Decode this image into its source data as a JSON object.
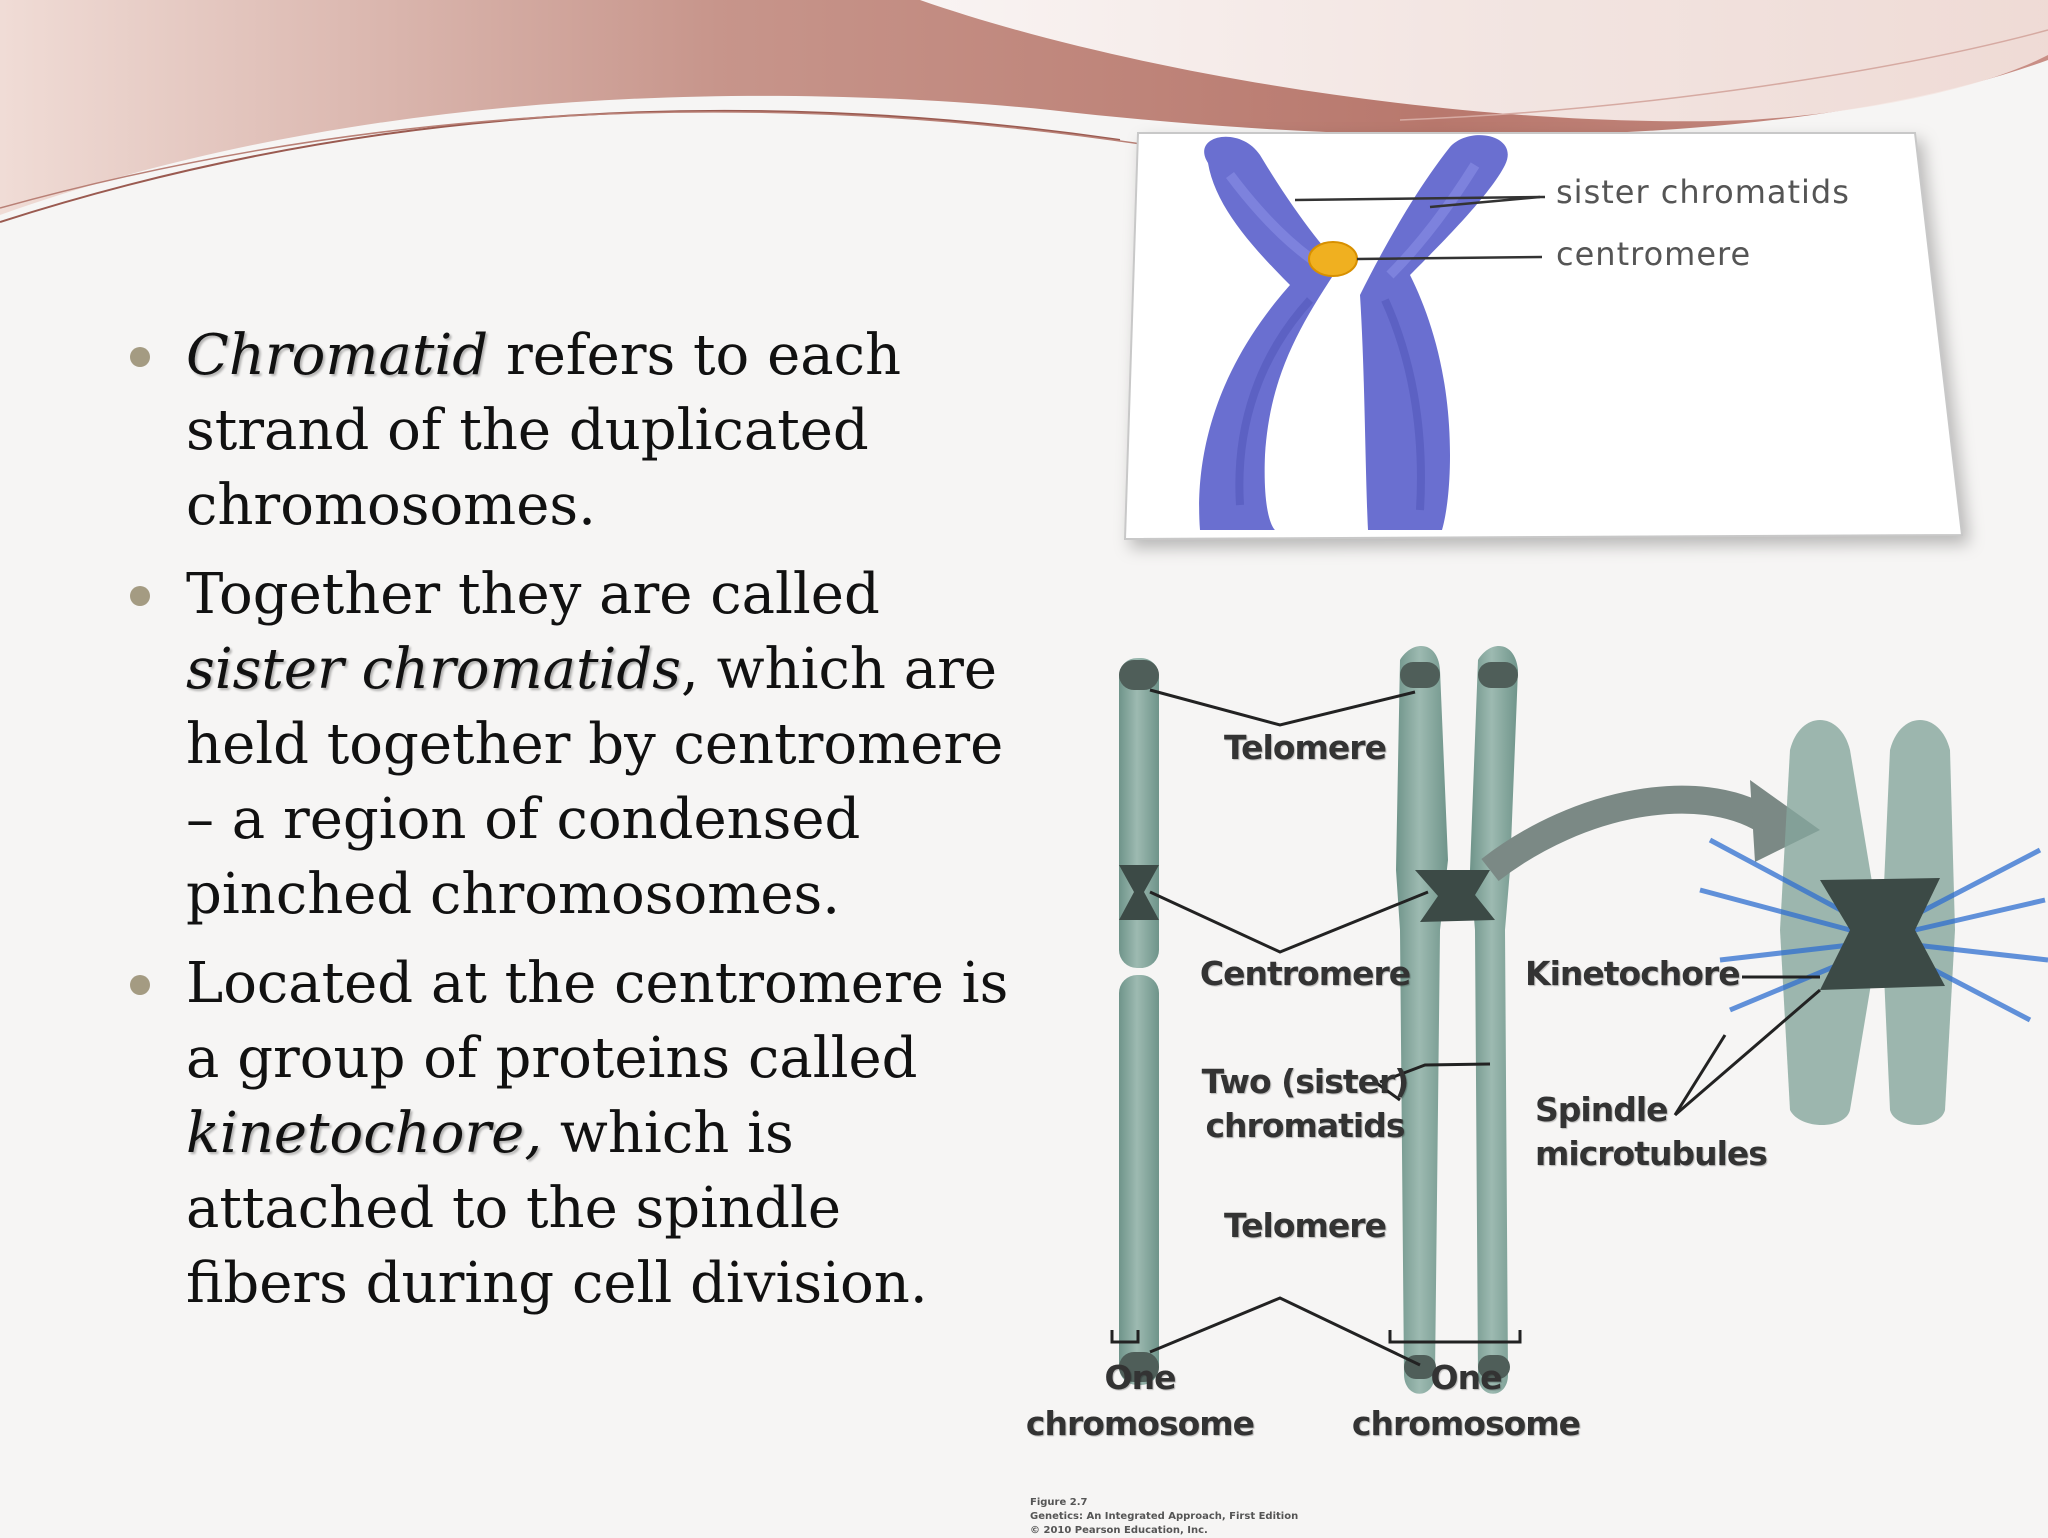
{
  "bullets": [
    {
      "term": "Chromatid",
      "text_1": " refers to each strand of the duplicated chromosomes."
    },
    {
      "text_1": "Together they are called ",
      "term": "sister chromatids",
      "text_2": ", which are held together by centromere – a region  of  condensed pinched chromosomes."
    },
    {
      "text_1": "Located at the centromere is a group of proteins called ",
      "term": "kinetochore,",
      "text_2": " which  is attached to the spindle fibers during cell division."
    }
  ],
  "figure_top": {
    "labels": {
      "sister_chromatids": "sister chromatids",
      "centromere": "centromere"
    },
    "colors": {
      "chromatid": "#6a6fd0",
      "centromere": "#f0b020"
    }
  },
  "figure_bottom": {
    "labels": {
      "telomere_top": "Telomere",
      "centromere": "Centromere",
      "two_sister_chromatids_1": "Two (sister)",
      "two_sister_chromatids_2": "chromatids",
      "telomere_bottom": "Telomere",
      "one_chromosome_left_1": "One",
      "one_chromosome_left_2": "chromosome",
      "one_chromosome_right_1": "One",
      "one_chromosome_right_2": "chromosome",
      "kinetochore": "Kinetochore",
      "spindle_1": "Spindle",
      "spindle_2": "microtubules"
    },
    "caption": [
      "Figure 2.7",
      "Genetics: An Integrated Approach, First Edition",
      "© 2010 Pearson Education, Inc."
    ],
    "colors": {
      "chromatid": "#86a69c",
      "centromere": "#3c4a46",
      "spindle": "#2f6fd0"
    }
  },
  "theme": {
    "wave_dark": "#b87b70",
    "wave_light": "#e8c8c0",
    "bullet_dot": "#a49b82"
  }
}
